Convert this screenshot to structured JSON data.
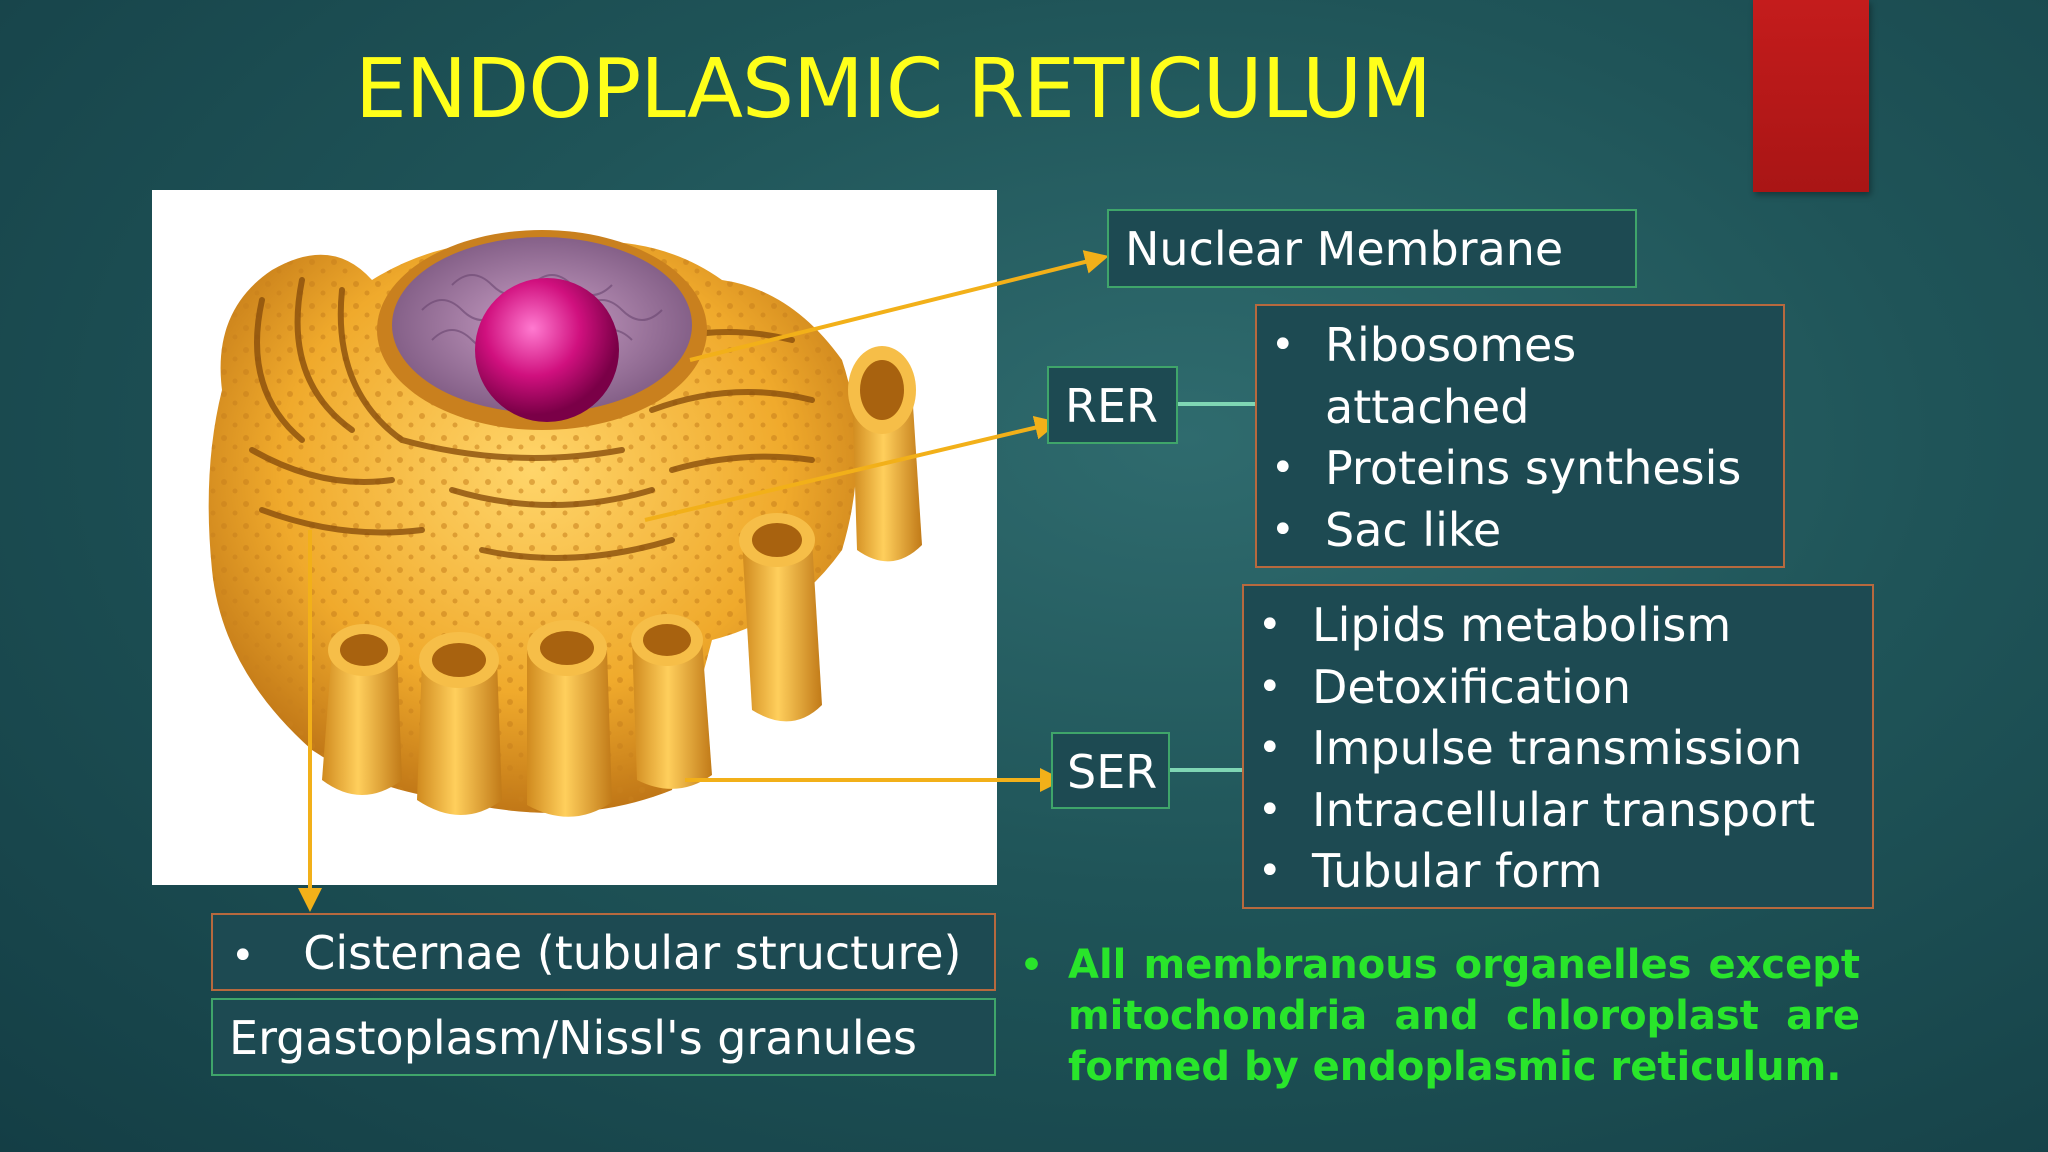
{
  "title": "ENDOPLASMIC RETICULUM",
  "colors": {
    "title": "#ffff1a",
    "accent_bar": "#c41c1c",
    "arrow": "#f2b019",
    "connector": "#7fd6b4",
    "note_text": "#29e52b",
    "box_border_green": "#3fa56a",
    "box_border_orange": "#b7693e"
  },
  "labels": {
    "nuclear_membrane": "Nuclear Membrane",
    "rer": "RER",
    "ser": "SER"
  },
  "rer_points": {
    "items": [
      {
        "text": "Ribosomes",
        "bullet": "•"
      },
      {
        "text": "attached",
        "bullet": ""
      },
      {
        "text": "Proteins synthesis",
        "bullet": "•"
      },
      {
        "text": "Sac like",
        "bullet": "•"
      }
    ]
  },
  "ser_points": {
    "items": [
      {
        "text": "Lipids metabolism",
        "bullet": "•"
      },
      {
        "text": "Detoxification",
        "bullet": "•"
      },
      {
        "text": "Impulse transmission",
        "bullet": "•"
      },
      {
        "text": "Intracellular transport",
        "bullet": "•"
      },
      {
        "text": "Tubular form",
        "bullet": "•"
      }
    ]
  },
  "cisternae": {
    "bullet": "•",
    "text": "Cisternae (tubular structure)"
  },
  "ergastoplasm": "Ergastoplasm/Nissl's granules",
  "note": {
    "bullet": "•",
    "text": "All membranous organelles except mitochondria and chloroplast are formed by endoplasmic reticulum."
  },
  "illustration": {
    "icon": "endoplasmic-reticulum-3d-illustration"
  }
}
